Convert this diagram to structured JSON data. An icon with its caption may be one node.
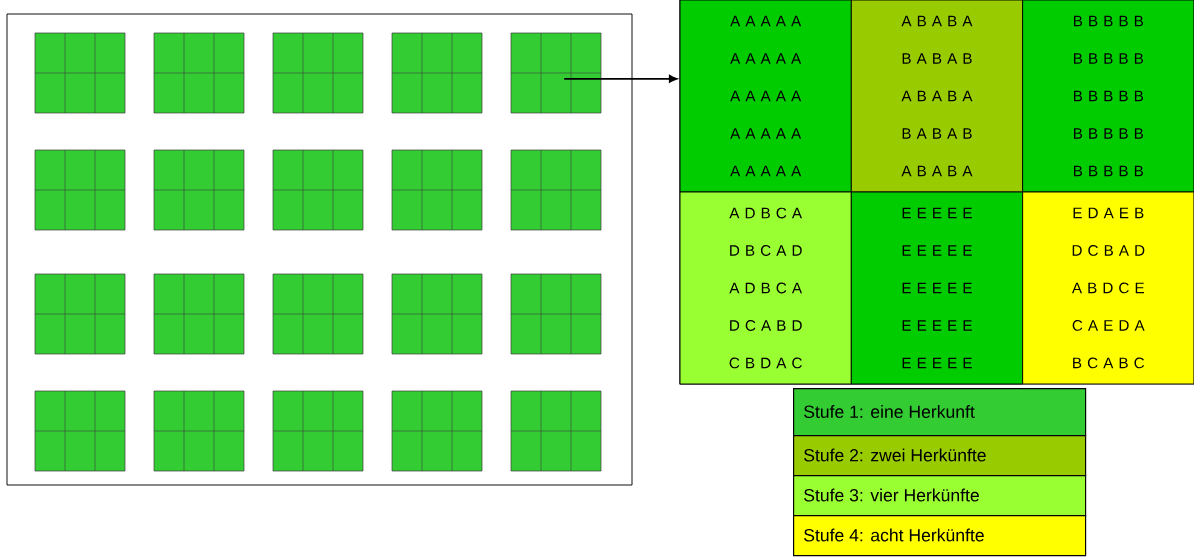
{
  "diagram": {
    "nodes": [
      {
        "text": [],
        "shape": "box"
      },
      {
        "text": [],
        "shape": "box",
        "in": 0
      },
      {
        "text": [],
        "shape": "box",
        "in": 0
      },
      {
        "text": [],
        "shape": "box",
        "in": 0
      },
      {
        "text": [],
        "shape": "box",
        "in": 0
      },
      {
        "text": [],
        "shape": "box",
        "in": 0
      },
      {
        "text": [],
        "shape": "box",
        "in": 0
      },
      {
        "text": [],
        "shape": "box",
        "in": 0
      },
      {
        "text": [],
        "shape": "box",
        "in": 0
      },
      {
        "text": [],
        "shape": "box",
        "in": 0
      },
      {
        "text": [],
        "shape": "box",
        "in": 0
      },
      {
        "text": [],
        "shape": "box",
        "in": 0
      },
      {
        "text": [],
        "shape": "box",
        "in": 0
      },
      {
        "text": [],
        "shape": "box",
        "in": 0
      },
      {
        "text": [],
        "shape": "box",
        "in": 0
      },
      {
        "text": [],
        "shape": "box",
        "in": 0
      },
      {
        "text": [],
        "shape": "box",
        "in": 0
      },
      {
        "text": [],
        "shape": "box",
        "in": 0
      },
      {
        "text": [],
        "shape": "box",
        "in": 0
      },
      {
        "text": [],
        "shape": "box",
        "in": 0
      },
      {
        "text": [],
        "shape": "box",
        "in": 0
      },
      {
        "text": [],
        "shape": "box"
      },
      {
        "text": [
          "A A A A A",
          "A A A A A",
          "A A A A A",
          "A A A A A",
          "A A A A A"
        ],
        "in": 21
      },
      {
        "text": [
          "A B A B A",
          "B A B A B",
          "A B A B A",
          "B A B A B",
          "A B A B A"
        ],
        "in": 21
      },
      {
        "text": [
          "B B B B B",
          "B B B B B",
          "B B B B B",
          "B B B B B",
          "B B B B B"
        ],
        "in": 21
      },
      {
        "text": [
          "A D B C A",
          "D B C A D",
          "A D B C A",
          "D C A B D",
          "C B D A C"
        ],
        "in": 21
      },
      {
        "text": [
          "E E E E E",
          "E E E E E",
          "E E E E E",
          "E E E E E",
          "E E E E E"
        ],
        "in": 21
      },
      {
        "text": [
          "E D A E B",
          "D C B A D",
          "A B D C E",
          "C A E D A",
          "B C A B C"
        ],
        "in": 21
      }
    ],
    "edges": [
      {
        "from": 5,
        "to": 21,
        "arrow": "to"
      }
    ],
    "legend": [
      {
        "text": "Stufe 1: eine Herkunft",
        "color": "#33cc33"
      },
      {
        "text": "Stufe 2: zwei Herkünfte",
        "color": "#99cc00"
      },
      {
        "text": "Stufe 3: vier Herkünfte",
        "color": "#99ff33"
      },
      {
        "text": "Stufe 4: acht Herkünfte",
        "color": "#ffff00"
      }
    ]
  }
}
